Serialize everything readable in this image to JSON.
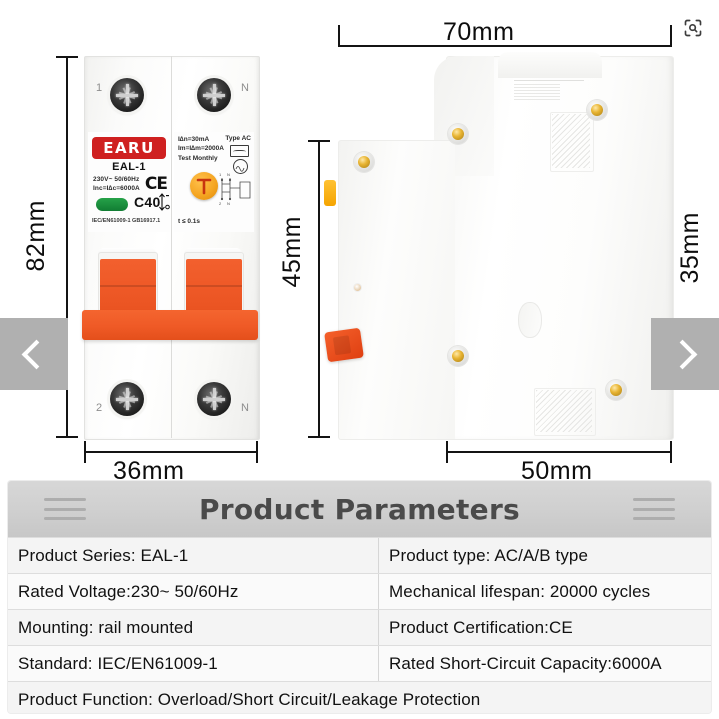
{
  "viewer": {
    "scan_icon": "scan-zoom-icon",
    "prev_label": "‹",
    "next_label": "›"
  },
  "dimensions": {
    "front_height": "82mm",
    "front_width": "36mm",
    "side_width_top": "70mm",
    "side_width_bottom": "50mm",
    "side_height_left": "45mm",
    "side_height_right": "35mm"
  },
  "product_front": {
    "brand": "EARU",
    "model": "EAL-1",
    "spec_line1": "230V~  50/60Hz",
    "spec_line2": "Inc=I∆c=6000A",
    "ce_mark": "CE",
    "current_rating": "C40",
    "standards": "IEC/EN61009-1 GB16917.1",
    "residual_current": "I∆n=30mA",
    "im_rating": "Im=I∆m=2000A",
    "test_note": "Test Monthly",
    "type": "Type AC",
    "trip_time": "t ≤ 0.1s",
    "test_button": "T",
    "terminal_top_left": "1",
    "terminal_top_right": "N",
    "terminal_bottom_left": "2",
    "terminal_bottom_right": "N"
  },
  "parameters": {
    "title": "Product Parameters",
    "rows": [
      {
        "left": "Product Series: EAL-1",
        "right": "Product type: AC/A/B type"
      },
      {
        "left": "Rated Voltage:230~ 50/60Hz",
        "right": "Mechanical lifespan: 20000 cycles"
      },
      {
        "left": "Mounting: rail mounted",
        "right": "Product Certification:CE"
      },
      {
        "left": "Standard: IEC/EN61009-1",
        "right": "Rated Short-Circuit Capacity:6000A"
      }
    ],
    "full_row": "Product Function: Overload/Short Circuit/Leakage Protection"
  },
  "colors": {
    "brand_red": "#cf2020",
    "lever_orange": "#ef5a26",
    "test_amber": "#f5a623",
    "header_gray": "#cfcfcf",
    "nav_gray": "#b0b0b0"
  }
}
